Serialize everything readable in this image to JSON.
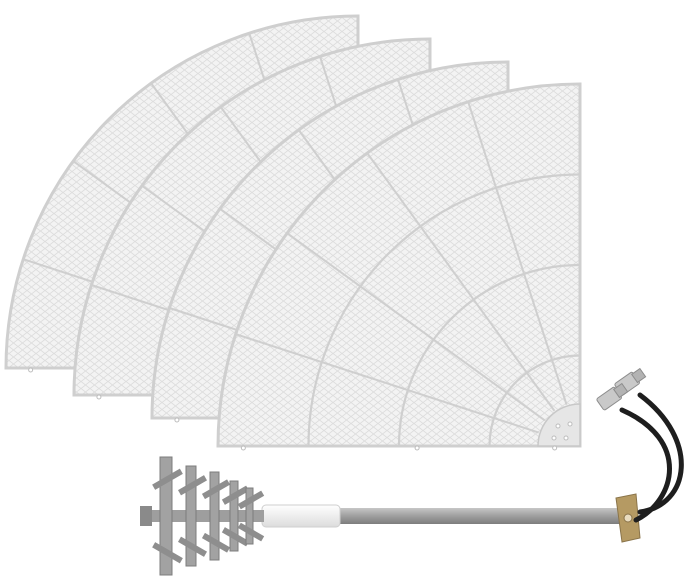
{
  "image": {
    "subject": "dish-antenna-kit",
    "components": [
      {
        "name": "reflector-segment-1"
      },
      {
        "name": "reflector-segment-2"
      },
      {
        "name": "reflector-segment-3"
      },
      {
        "name": "reflector-segment-4"
      },
      {
        "name": "feed-antenna-assembly"
      },
      {
        "name": "coax-pigtail-cables"
      }
    ]
  },
  "colors": {
    "background": "#ffffff",
    "mesh_fill": "#f3f3f3",
    "mesh_line": "#d6d6d6",
    "frame": "#cfcfcf",
    "hub": "#e6e6e6",
    "boom": "#a9a9a9",
    "boom_dark": "#8b8b8b",
    "radiator": "#9a9a9a",
    "insulator": "#f2f2f2",
    "bracket": "#b59a63",
    "cable": "#1e1e1e",
    "connector": "#c9c9c9"
  }
}
